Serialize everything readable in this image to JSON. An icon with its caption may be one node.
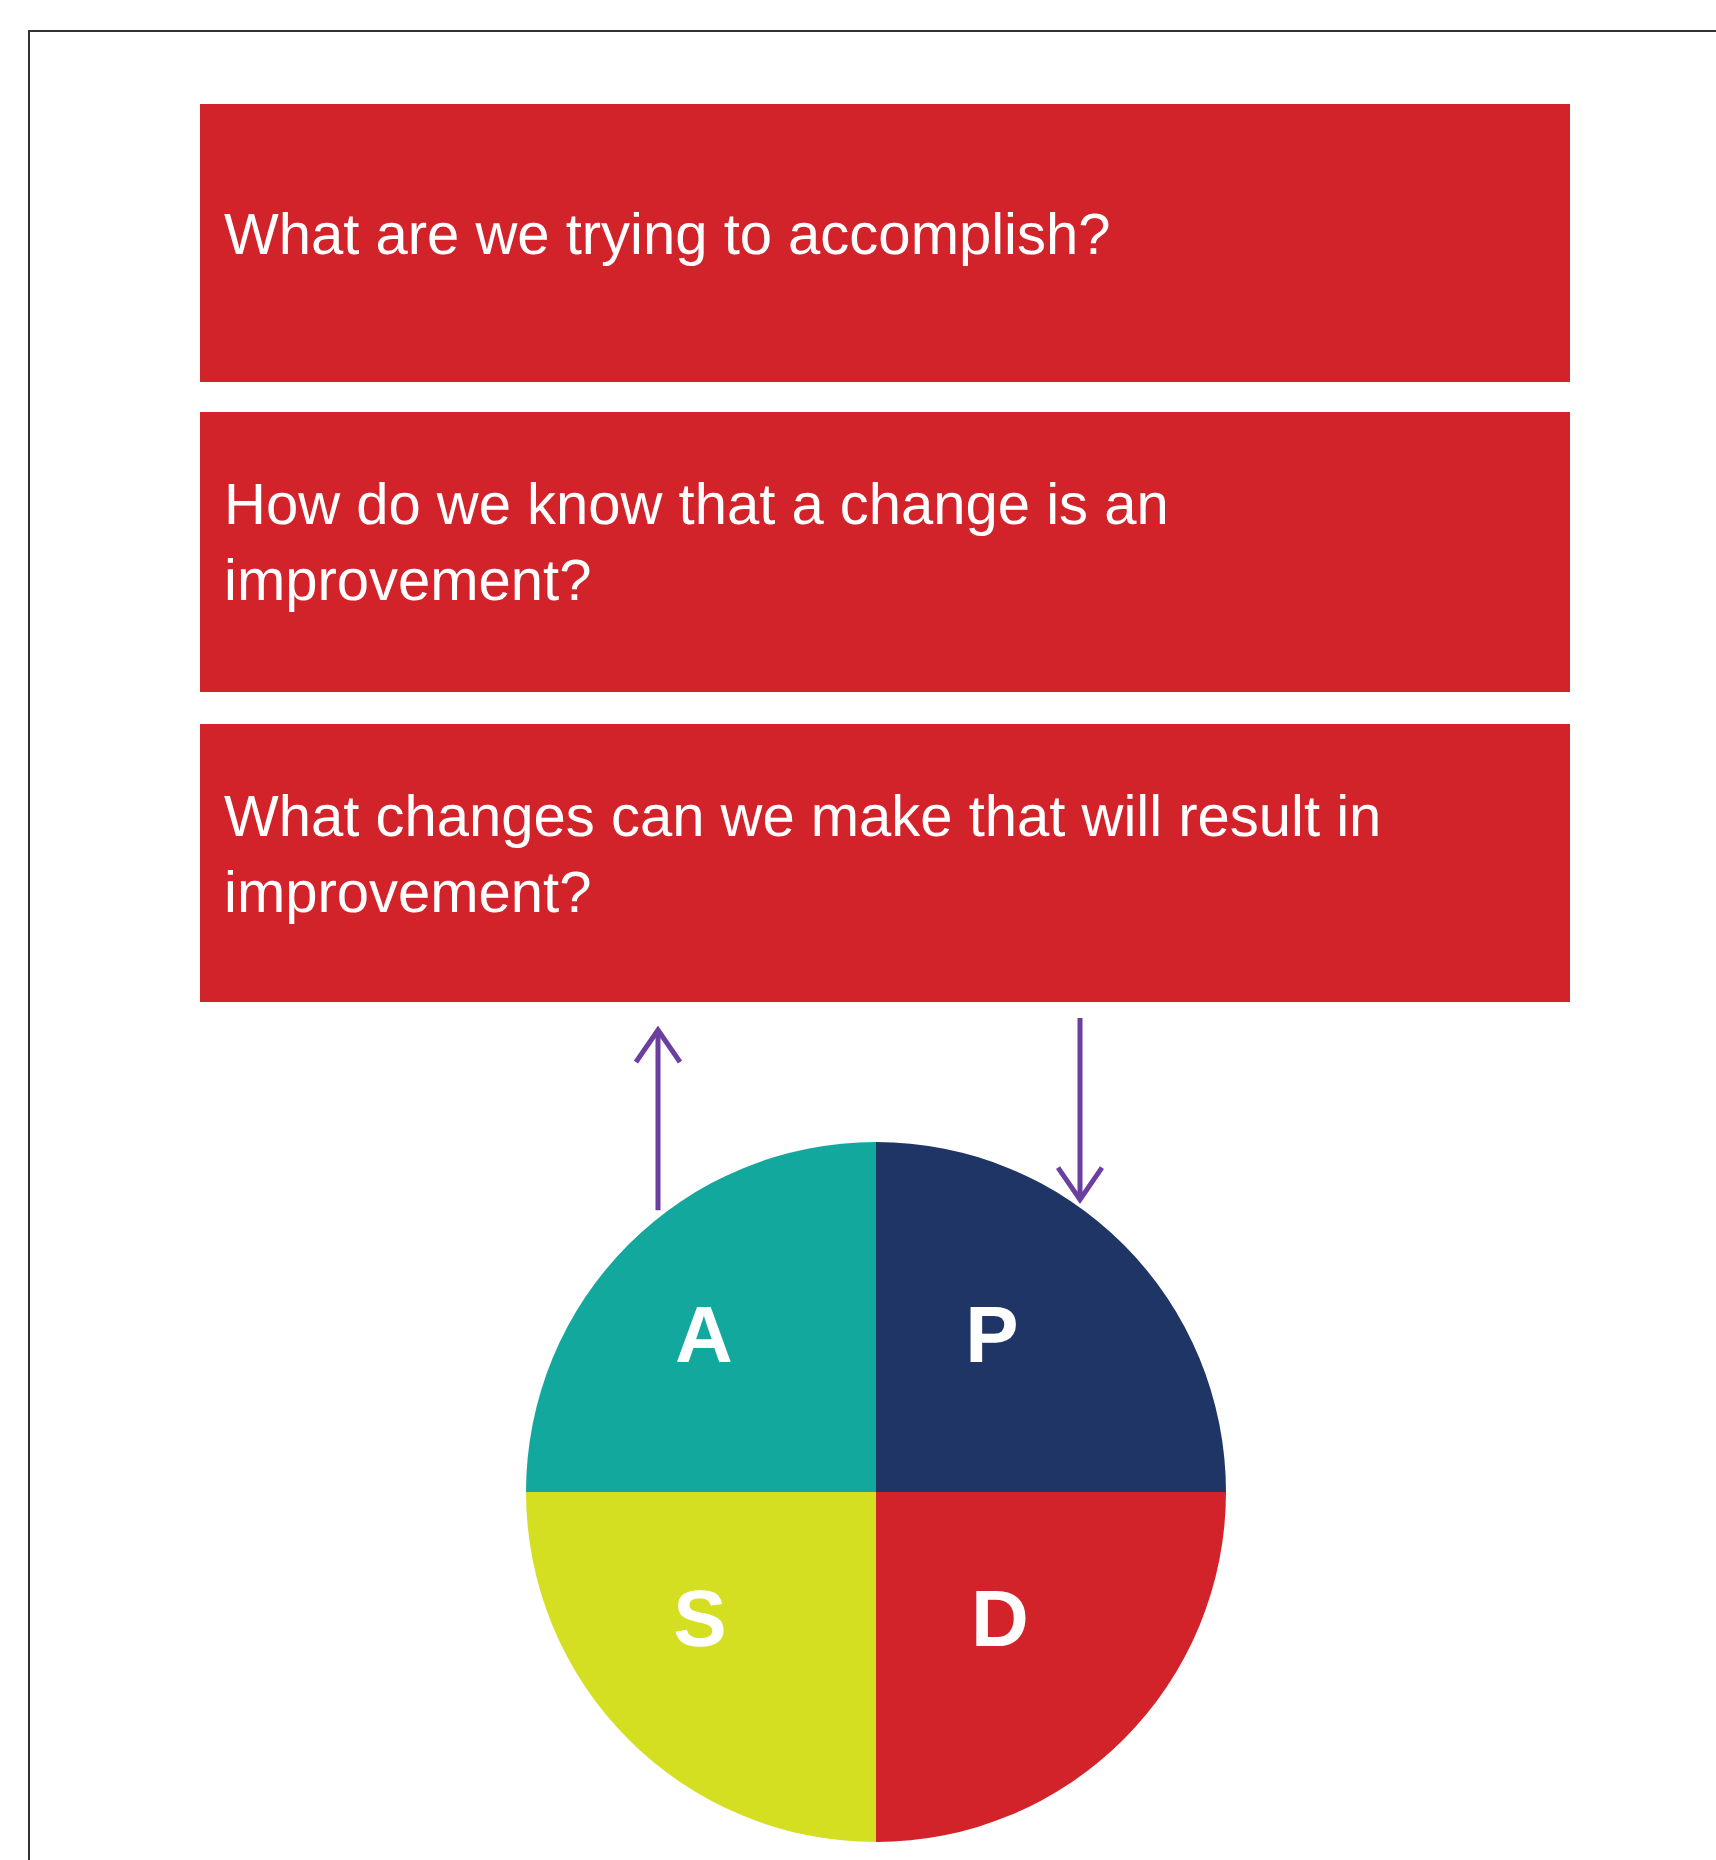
{
  "diagram": {
    "nodes": [
      {
        "text": [
          "What are we trying to accomplish?"
        ]
      },
      {
        "text": [
          "How do we know that a change is an improvement?"
        ]
      },
      {
        "text": [
          "What changes can we make that will result in improvement?"
        ]
      },
      {
        "text": [],
        "shape": "circle"
      },
      {
        "text": [
          "A"
        ],
        "in": 3
      },
      {
        "text": [
          "P"
        ],
        "in": 3
      },
      {
        "text": [
          "S"
        ],
        "in": 3
      },
      {
        "text": [
          "D"
        ],
        "in": 3
      }
    ],
    "edges": [
      {
        "from": 4,
        "to": 2,
        "arrow": "to",
        "color": "#6b3fa0"
      },
      {
        "from": 2,
        "to": 5,
        "arrow": "to",
        "color": "#6b3fa0"
      }
    ]
  }
}
